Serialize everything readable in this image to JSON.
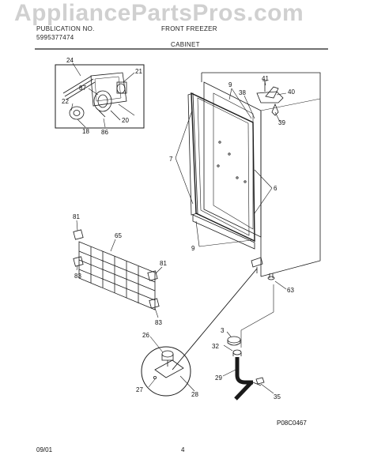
{
  "watermark": "AppliancePartsPros.com",
  "header": {
    "left_top": "PUBLICATION NO.",
    "left_bottom": "5995377474",
    "center_top": "FRONT FREEZER",
    "section": "CABINET"
  },
  "footer": {
    "date": "09/01",
    "page": "4",
    "drawing_id": "P08C0467"
  },
  "callouts": {
    "p24": "24",
    "p21": "21",
    "p87": "87",
    "p22": "22",
    "p86": "86",
    "p20": "20",
    "p18": "18",
    "p9a": "9",
    "p38": "38",
    "p41": "41",
    "p40": "40",
    "p39": "39",
    "p7": "7",
    "p6": "6",
    "p9b": "9",
    "p63": "63",
    "p81a": "81",
    "p65": "65",
    "p83a": "83",
    "p81b": "81",
    "p83b": "83",
    "p26": "26",
    "p27": "27",
    "p28": "28",
    "p3": "3",
    "p32": "32",
    "p29": "29",
    "p35": "35"
  },
  "colors": {
    "line": "#1a1a1a",
    "paper": "#ffffff"
  }
}
